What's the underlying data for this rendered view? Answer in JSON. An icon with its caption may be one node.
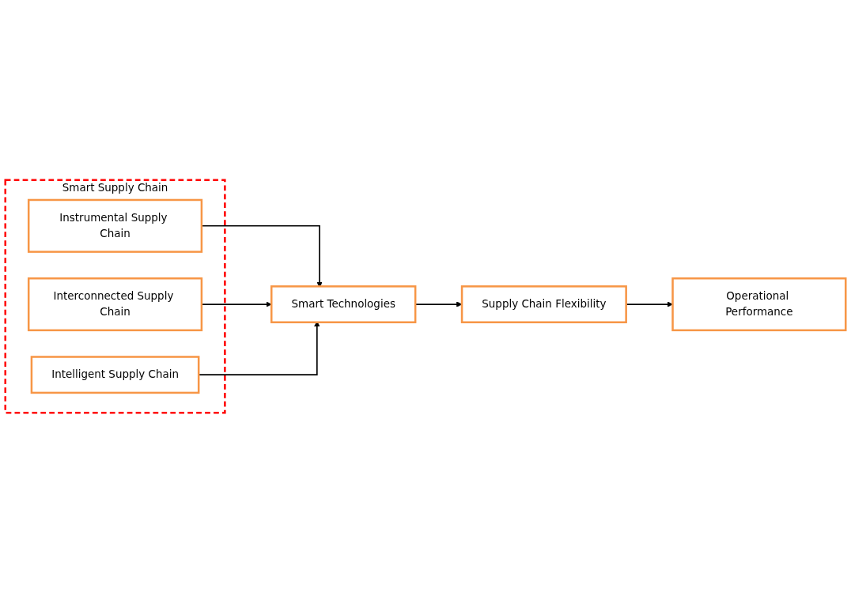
{
  "diagram": {
    "nodes": [
      {
        "text": [
          "Smart Supply Chain"
        ]
      },
      {
        "text": [
          "Instrumental Supply Chain"
        ],
        "in": 0
      },
      {
        "text": [
          "Interconnected Supply Chain"
        ],
        "in": 0
      },
      {
        "text": [
          "Intelligent Supply Chain"
        ],
        "in": 0
      },
      {
        "text": [
          "Smart Technologies"
        ]
      },
      {
        "text": [
          "Supply Chain Flexibility"
        ]
      },
      {
        "text": [
          "Operational Performance"
        ]
      }
    ],
    "edges": [
      {
        "from": 1,
        "to": 4,
        "arrow": "to"
      },
      {
        "from": 2,
        "to": 4,
        "arrow": "to"
      },
      {
        "from": 3,
        "to": 4,
        "arrow": "to"
      },
      {
        "from": 4,
        "to": 5,
        "arrow": "to"
      },
      {
        "from": 5,
        "to": 6,
        "arrow": "to"
      }
    ]
  }
}
